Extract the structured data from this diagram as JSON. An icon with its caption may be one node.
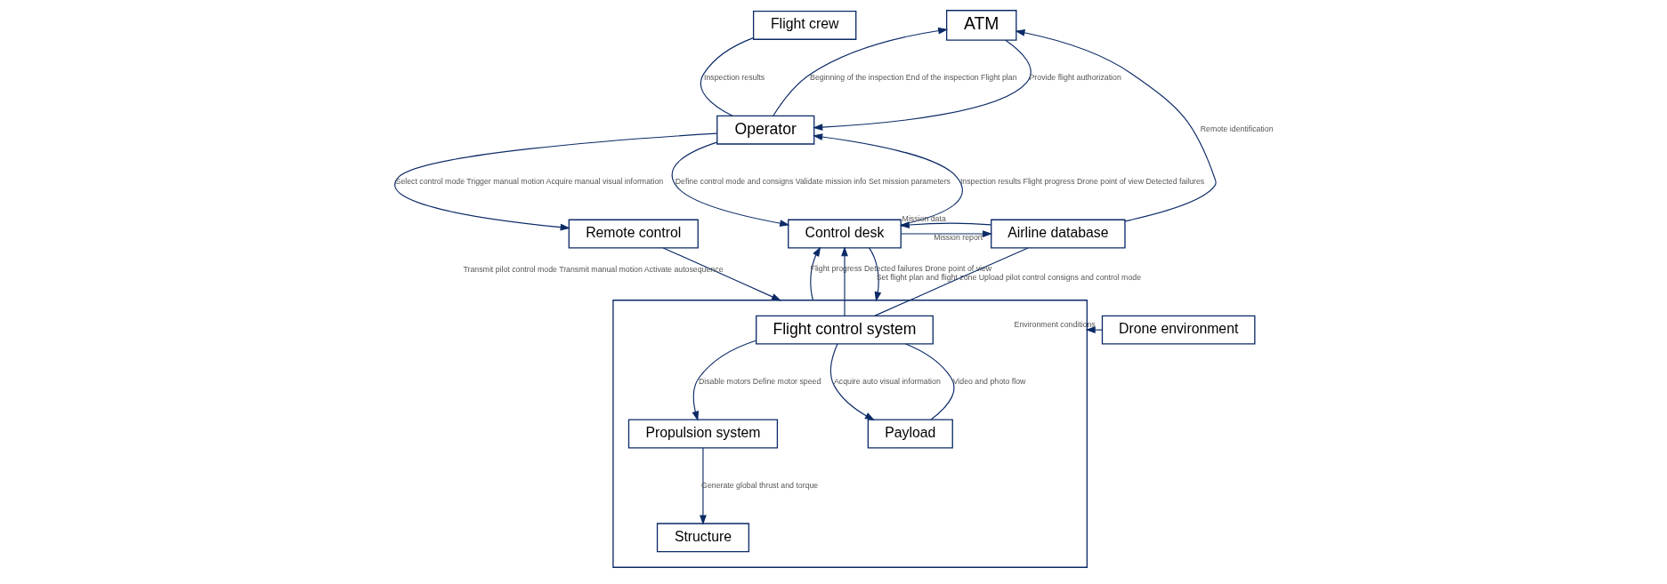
{
  "diagram": {
    "nodes": [
      {
        "text": [
          "ATM"
        ]
      },
      {
        "text": [
          "Flight crew"
        ]
      },
      {
        "text": [
          "Operator"
        ]
      },
      {
        "text": [
          "Remote control"
        ]
      },
      {
        "text": [
          "Control desk"
        ]
      },
      {
        "text": [
          "Airline database"
        ]
      },
      {
        "text": [
          "Drone environment"
        ]
      },
      {
        "text": [],
        "shape": "box"
      },
      {
        "text": [
          "Flight control system"
        ],
        "in": 7
      },
      {
        "text": [
          "Propulsion system"
        ],
        "in": 7
      },
      {
        "text": [
          "Structure"
        ],
        "in": 7
      },
      {
        "text": [
          "Payload"
        ],
        "in": 7
      }
    ],
    "edges": [
      {
        "from": 0,
        "to": 2,
        "arrow": "to",
        "label": "Provide flight authorization"
      },
      {
        "from": 2,
        "to": 0,
        "arrow": "to",
        "label": "Beginning of the inspection End of the inspection Flight plan"
      },
      {
        "from": 1,
        "to": 2,
        "arrow": "none",
        "label": "Inspection results"
      },
      {
        "from": 2,
        "to": 3,
        "arrow": "to",
        "label": "Select control mode Trigger manual motion Acquire manual visual information"
      },
      {
        "from": 2,
        "to": 4,
        "arrow": "to",
        "label": "Define control mode and consigns Validate mission info Set mission parameters"
      },
      {
        "from": 4,
        "to": 2,
        "arrow": "to",
        "label": "Inspection results Flight progress Drone point of view Detected failures"
      },
      {
        "from": 4,
        "to": 5,
        "arrow": "to",
        "label": "Mission report"
      },
      {
        "from": 5,
        "to": 4,
        "arrow": "to",
        "label": "Mission data"
      },
      {
        "from": 5,
        "to": 0,
        "arrow": "to",
        "label": "Remote identification"
      },
      {
        "from": 3,
        "to": 7,
        "arrow": "to",
        "label": "Transmit pilot control mode Transmit manual motion Activate autosequence"
      },
      {
        "from": 7,
        "to": 4,
        "arrow": "to",
        "label": "Flight progress Detected failures Drone point of view"
      },
      {
        "from": 8,
        "to": 4,
        "arrow": "to"
      },
      {
        "from": 4,
        "to": 7,
        "arrow": "to",
        "label": "Set flight plan and flight zone Upload pilot control consigns and control mode"
      },
      {
        "from": 5,
        "to": 8,
        "arrow": "none"
      },
      {
        "from": 6,
        "to": 7,
        "arrow": "to",
        "label": "Environment conditions"
      },
      {
        "from": 8,
        "to": 9,
        "arrow": "to",
        "label": "Disable motors Define motor speed"
      },
      {
        "from": 9,
        "to": 10,
        "arrow": "to",
        "label": "Generate global thrust and torque"
      },
      {
        "from": 11,
        "to": 8,
        "arrow": "none",
        "label": "Video and photo flow"
      },
      {
        "from": 8,
        "to": 11,
        "arrow": "to",
        "label": "Acquire auto visual information"
      }
    ]
  }
}
